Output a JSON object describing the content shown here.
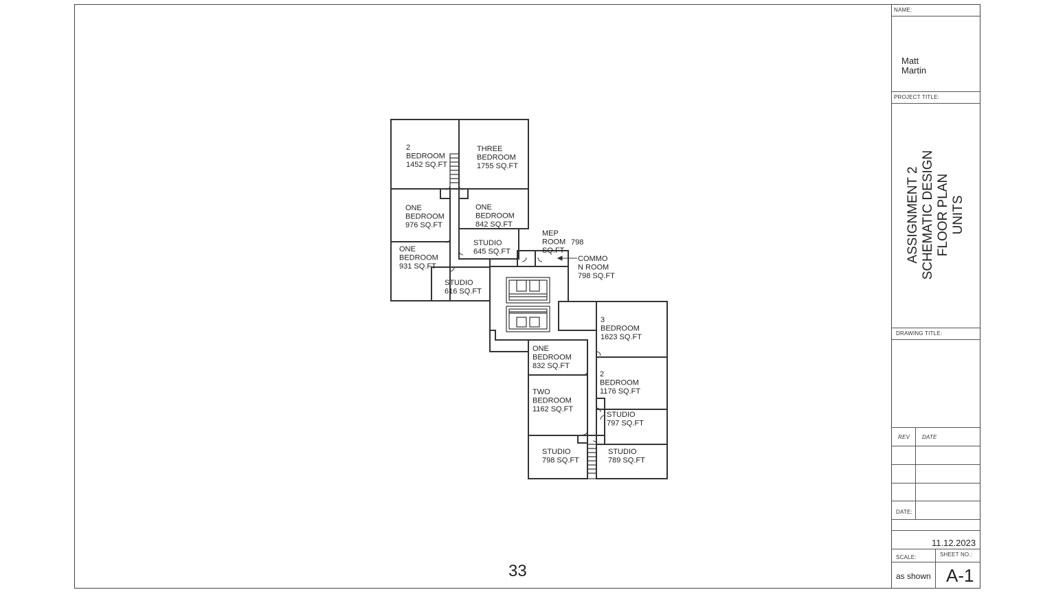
{
  "title_block": {
    "name_label": "NAME:",
    "name_line1": "Matt",
    "name_line2": "Martin",
    "project_title_label": "PROJECT TITLE:",
    "project_title_lines": [
      "ASSIGNMENT 2",
      "SCHEMATIC DESIGN",
      "FLOOR PLAN",
      "UNITS"
    ],
    "drawing_title_label": "DRAWING TITLE:",
    "rev_label": "REV",
    "date_col_label": "DATE",
    "date_label": "DATE:",
    "date_value": "11.12.2023",
    "scale_label": "SCALE:",
    "scale_value": "as shown",
    "sheet_no_label": "SHEET NO.:",
    "sheet_no_value": "A-1"
  },
  "page_number": "33",
  "rooms": {
    "r1": [
      "2",
      "BEDROOM",
      "1452 SQ.FT"
    ],
    "r2": [
      "THREE",
      "BEDROOM",
      "1755 SQ.FT"
    ],
    "r3": [
      "ONE",
      "BEDROOM",
      "976 SQ.FT"
    ],
    "r4": [
      "ONE",
      "BEDROOM",
      "842 SQ.FT"
    ],
    "r5": [
      "STUDIO",
      "645 SQ.FT"
    ],
    "r6": [
      "ONE",
      "BEDROOM",
      "931 SQ.FT"
    ],
    "r7": [
      "STUDIO",
      "616 SQ.FT"
    ],
    "mep": [
      "MEP",
      "ROOM",
      "SQ.FT"
    ],
    "mep_num": "798",
    "common": [
      "COMMO",
      "N ROOM",
      "798 SQ.FT"
    ],
    "r8": [
      "3",
      "BEDROOM",
      "1623 SQ.FT"
    ],
    "r9": [
      "ONE",
      "BEDROOM",
      "832 SQ.FT"
    ],
    "r10": [
      "2",
      "BEDROOM",
      "1176 SQ.FT"
    ],
    "r11": [
      "TWO",
      "BEDROOM",
      "1162 SQ.FT"
    ],
    "r12": [
      "STUDIO",
      "797 SQ.FT"
    ],
    "r13": [
      "STUDIO",
      "798 SQ.FT"
    ],
    "r14": [
      "STUDIO",
      "789 SQ.FT"
    ]
  }
}
